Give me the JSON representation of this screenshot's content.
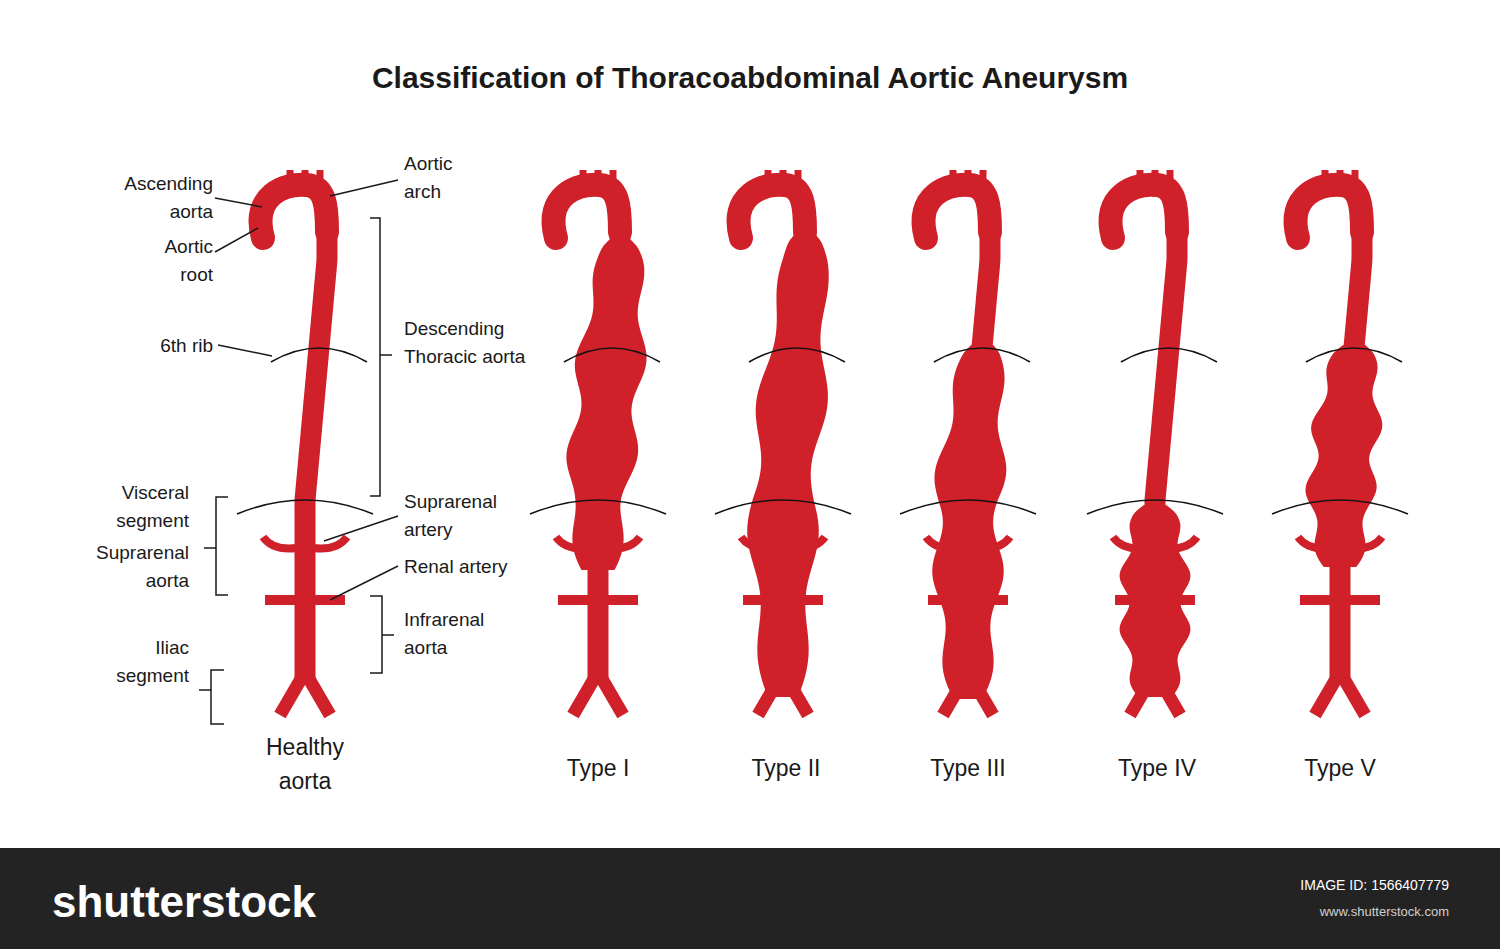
{
  "diagram": {
    "title": "Classification of Thoracoabdominal Aortic Aneurysm",
    "labels": [
      "Ascending aorta",
      "Aortic arch",
      "Aortic root",
      "6th rib",
      "Descending Thoracic aorta",
      "Visceral segment",
      "Suprarenal aorta",
      "Suprarenal artery",
      "Renal artery",
      "Infrarenal aorta",
      "Iliac segment",
      "Healthy aorta",
      "Type I",
      "Type II",
      "Type III",
      "Type IV",
      "Type V",
      "shutterstock",
      "IMAGE ID: 1566407779",
      "www.shutterstock.com"
    ]
  }
}
